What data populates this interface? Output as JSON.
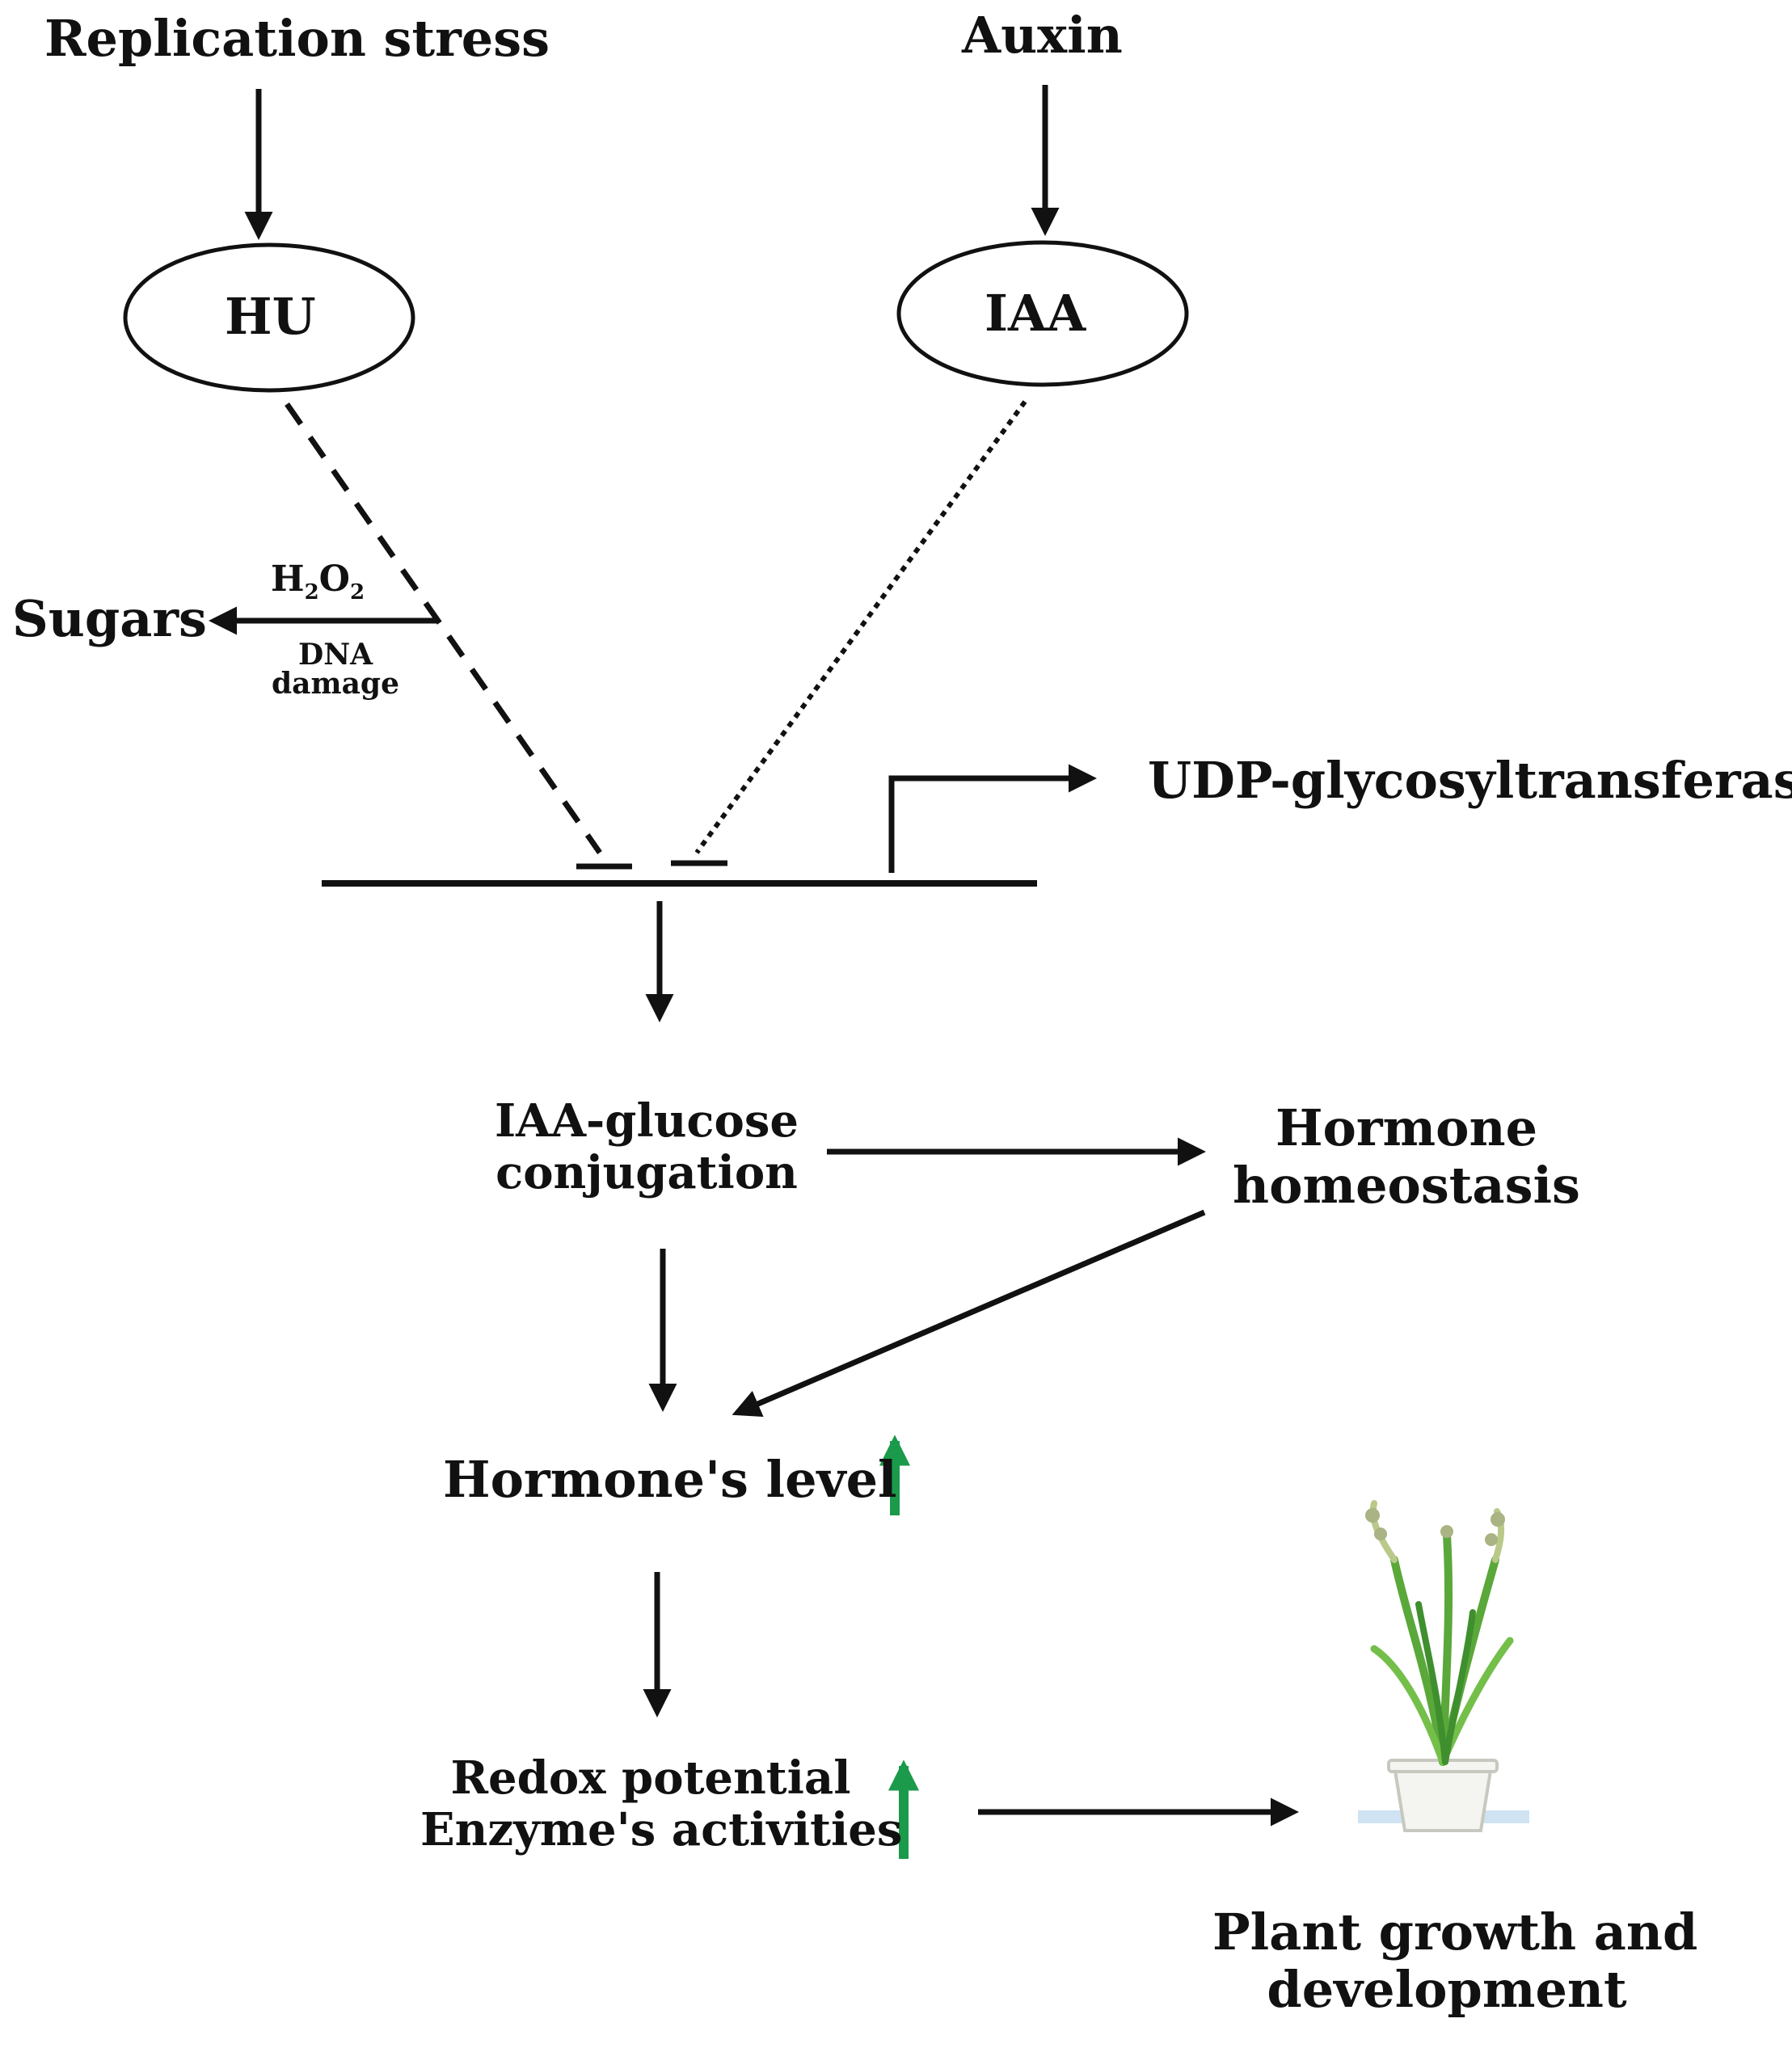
{
  "inputs": {
    "replication_stress": "Replication stress",
    "auxin": "Auxin"
  },
  "nodes": {
    "hu": "HU",
    "iaa": "IAA"
  },
  "side": {
    "sugars": "Sugars",
    "h2o2_main": "H",
    "h2o2_sub1": "2",
    "h2o2_mid": "O",
    "h2o2_sub2": "2",
    "dna": "DNA",
    "damage": "damage"
  },
  "gene": {
    "label": "UDP-glycosyltransferase"
  },
  "steps": {
    "conjugation_line1": "IAA-glucose",
    "conjugation_line2": "conjugation",
    "homeostasis_line1": "Hormone",
    "homeostasis_line2": "homeostasis",
    "hormone_level": "Hormone's level",
    "redox_line1": "Redox  potential",
    "redox_line2": "Enzyme's  activities",
    "outcome_line1": "Plant growth and",
    "outcome_line2": "development"
  },
  "colors": {
    "ink": "#111111",
    "increase_arrow": "#1a9a4a",
    "plant_leaf": "#5aa83a",
    "pot": "#f4f4f0",
    "ground": "#cfe3f2"
  },
  "icons": {
    "increase": "up-arrow-icon",
    "plant": "potted-plant-icon"
  }
}
